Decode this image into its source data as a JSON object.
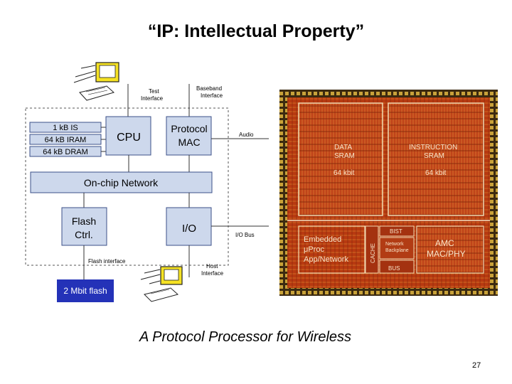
{
  "slide": {
    "title": "“IP: Intellectual Property”",
    "caption": "A Protocol Processor for Wireless",
    "page_number": "27"
  },
  "block_diagram": {
    "test_interface": "Test Interface",
    "baseband_interface": "Baseband Interface",
    "memories": [
      "1 kB IS",
      "64 kB IRAM",
      "64 kB DRAM"
    ],
    "cpu": "CPU",
    "protocol_mac": "Protocol MAC",
    "audio": "Audio",
    "on_chip_network": "On-chip Network",
    "flash_ctrl": "Flash Ctrl.",
    "io": "I/O",
    "io_bus": "I/O Bus",
    "flash_interface": "Flash interface",
    "host_interface": "Host Interface",
    "flash_chip": "2 Mbit flash"
  },
  "die_photo": {
    "data_sram": "DATA SRAM",
    "data_size": "64 kbit",
    "instruction_sram": "INSTRUCTION SRAM",
    "instruction_size": "64 kbit",
    "embedded": "Embedded μProc App/Network",
    "cache": "CACHE",
    "bist": "BIST",
    "network_backplane": "Network Backplane",
    "amc": "AMC MAC/PHY",
    "bus": "BUS"
  },
  "colors": {
    "block_fill": "#cdd8ec",
    "block_stroke": "#3c5088",
    "flash_chip": "#2432b8",
    "die_bg": "#b83a10"
  }
}
